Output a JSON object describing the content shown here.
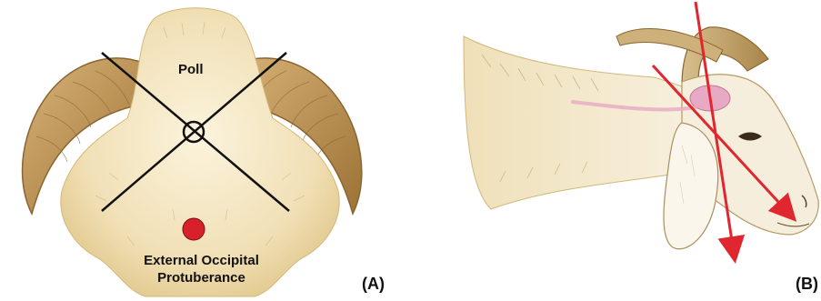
{
  "panel_a": {
    "poll_label": "Poll",
    "landmark_label_line1": "External Occipital",
    "landmark_label_line2": "Protuberance",
    "panel_letter": "(A)"
  },
  "panel_b": {
    "panel_letter": "(B)"
  },
  "colors": {
    "fur": "#f3e6c4",
    "fur_shadow": "#d9c28c",
    "horn": "#c49a5a",
    "horn_dark": "#8a6530",
    "cross_lines": "#111111",
    "landmark_dot": "#d8202a",
    "arrows": "#e0262e",
    "gland": "#e7a9c4"
  }
}
